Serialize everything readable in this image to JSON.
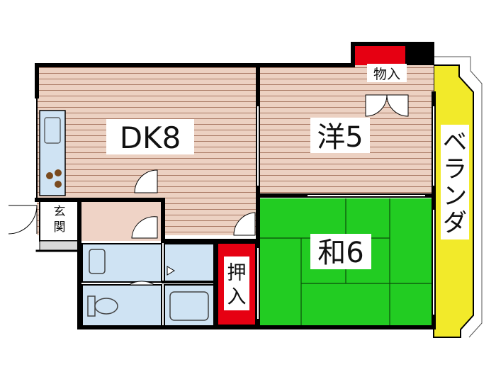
{
  "rooms": {
    "dk": {
      "name": "DK",
      "size": "8"
    },
    "western": {
      "name": "洋",
      "size": "5"
    },
    "japanese": {
      "name": "和",
      "size": "6"
    }
  },
  "labels": {
    "storage": "物入",
    "closet_top": "押",
    "closet_bottom": "入",
    "entrance_top": "玄",
    "entrance_bottom": "関",
    "balcony": [
      "ベ",
      "ラ",
      "ン",
      "ダ"
    ]
  },
  "colors": {
    "wood": "#e9c9b8",
    "wood_line": "#9a6b55",
    "tatami": "#22cc22",
    "storage": "#e60012",
    "balcony": "#f2ea2a",
    "wet": "#cfe3f3",
    "wall": "#000000"
  }
}
